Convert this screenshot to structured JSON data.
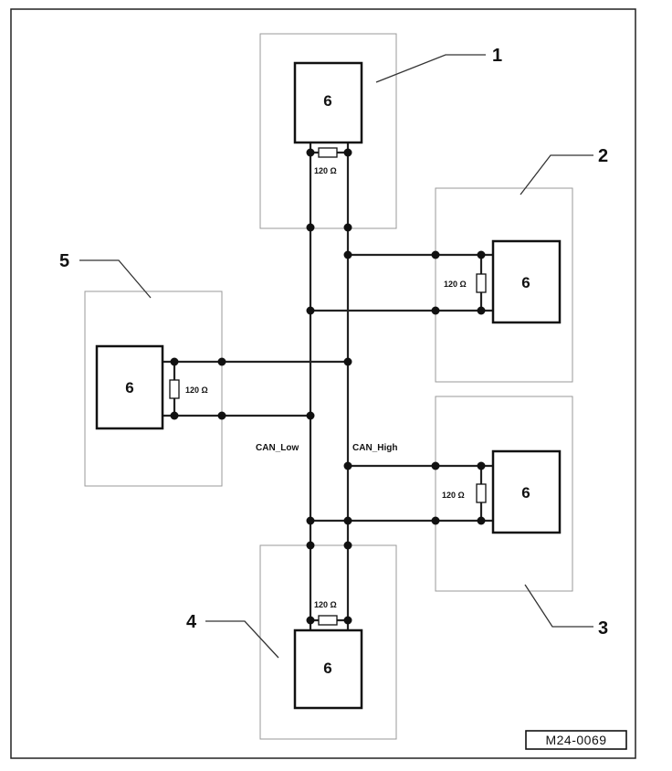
{
  "figure_id": "M24-0069",
  "bus": {
    "low_label": "CAN_Low",
    "high_label": "CAN_High"
  },
  "nodes": [
    {
      "callout": "1",
      "module_label": "6",
      "resistor_label": "120 Ω"
    },
    {
      "callout": "2",
      "module_label": "6",
      "resistor_label": "120 Ω"
    },
    {
      "callout": "3",
      "module_label": "6",
      "resistor_label": "120 Ω"
    },
    {
      "callout": "4",
      "module_label": "6",
      "resistor_label": "120 Ω"
    },
    {
      "callout": "5",
      "module_label": "6",
      "resistor_label": "120 Ω"
    }
  ]
}
